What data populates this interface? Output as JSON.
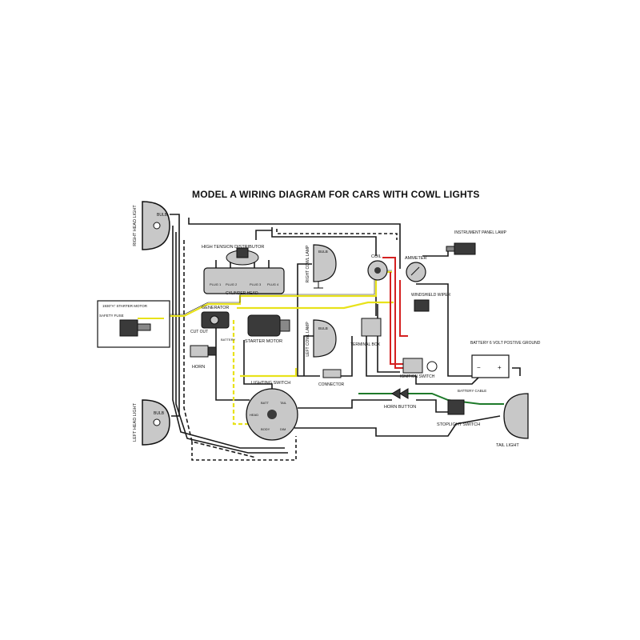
{
  "title": "MODEL A WIRING DIAGRAM FOR CARS WITH COWL LIGHTS",
  "colors": {
    "wire_black": "#1a1a1a",
    "wire_yellow": "#e8e21a",
    "wire_red": "#d42020",
    "wire_green": "#1e7a2a",
    "component_fill": "#c8c8c8",
    "dark_fill": "#3a3a3a"
  },
  "components": {
    "right_head_light": "RIGHT HEAD LIGHT",
    "left_head_light": "LEFT HEAD LIGHT",
    "bulb": "BULB",
    "high_tension_distributor": "HIGH TENSION DISTRIBUTOR",
    "plugs": [
      "PLUG 1",
      "PLUG 2",
      "PLUG 3",
      "PLUG 4"
    ],
    "cylinder_head": "CYLINDER HEAD",
    "right_cowl_lamp": "RIGHT COWL LAMP",
    "left_cowl_lamp": "LEFT COWL LAMP",
    "coil": "COIL",
    "ammeter": "AMMETER",
    "instrument_panel_lamp": "INSTRUMENT PANEL LAMP",
    "windshield_wiper": "WINDSHIELD WIPER",
    "generator": "GENERATOR",
    "cut_out": "CUT OUT",
    "battery_label": "BATTERY",
    "horn": "HORN",
    "starter_motor": "STARTER MOTOR",
    "terminal_box": "TERMINAL BOX",
    "connector": "CONNECTOR",
    "ignition_switch": "IGNITION SWITCH",
    "battery_6_volt": "BATTERY 6 VOLT POSTIVE GROUND",
    "battery_cable": "BATTERY CABLE",
    "lighting_switch": "LIGHTING SWITCH",
    "switch_terminals": [
      "BATT",
      "TAIL",
      "HEAD",
      "BODY",
      "DIM"
    ],
    "horn_button": "HORN BUTTON",
    "stoplight_switch": "STOPLIGHT SWITCH",
    "tail_light": "TAIL LIGHT",
    "inset_title": "1930\"A\" STARTER MOTOR",
    "safety_fuse": "SAFETY FUSE"
  }
}
